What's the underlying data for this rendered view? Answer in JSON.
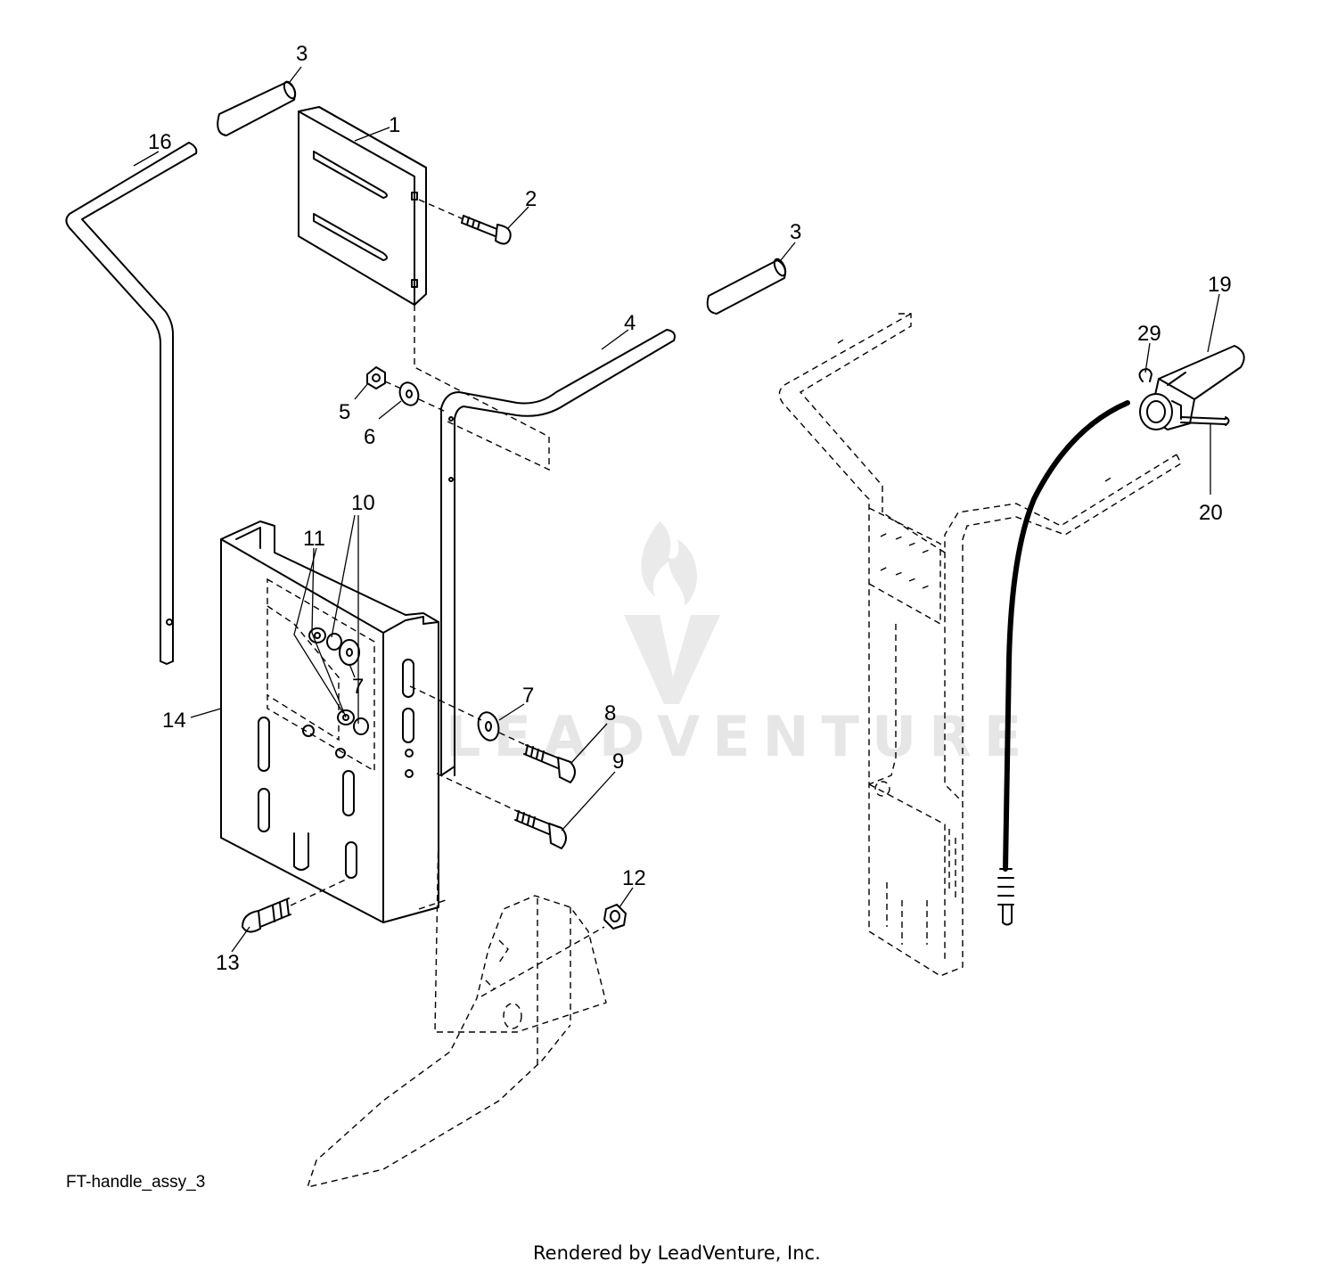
{
  "diagram": {
    "callouts": {
      "c1": "1",
      "c2": "2",
      "c3a": "3",
      "c3b": "3",
      "c4": "4",
      "c5": "5",
      "c6": "6",
      "c7a": "7",
      "c7b": "7",
      "c8": "8",
      "c9": "9",
      "c10": "10",
      "c11": "11",
      "c12": "12",
      "c13": "13",
      "c14": "14",
      "c16": "16",
      "c19": "19",
      "c20": "20",
      "c29": "29"
    },
    "caption": "FT-handle_assy_3",
    "footer": "Rendered by LeadVenture, Inc.",
    "watermark": "LEADVENTURE"
  }
}
